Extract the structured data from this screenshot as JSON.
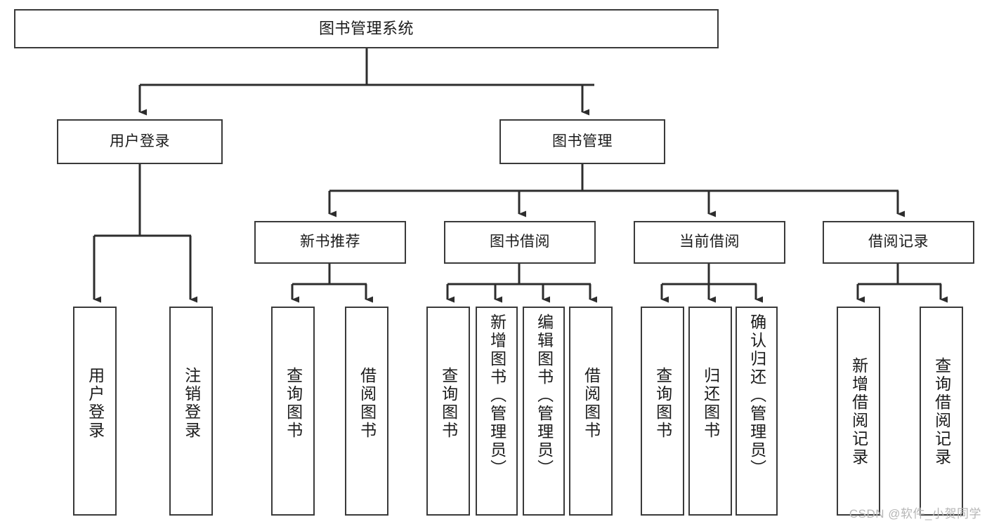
{
  "diagram": {
    "title": "图书管理系统",
    "type": "tree-hierarchy-diagram",
    "colors": {
      "box_border": "#3a3a3a",
      "box_fill": "#ffffff",
      "edge": "#2d2d2d",
      "text": "#1b1b1b",
      "watermark": "#b6b6b6",
      "canvas": "#ffffff"
    },
    "watermark": "CSDN @软件_小贺同学",
    "levels": [
      {
        "level": 1,
        "nodes": [
          {
            "id": "root",
            "label": "图书管理系统",
            "orientation": "horizontal"
          }
        ]
      },
      {
        "level": 2,
        "nodes": [
          {
            "id": "login",
            "label": "用户登录",
            "orientation": "horizontal",
            "parent": "root"
          },
          {
            "id": "bookmgmt",
            "label": "图书管理",
            "orientation": "horizontal",
            "parent": "root"
          }
        ]
      },
      {
        "level": 3,
        "nodes": [
          {
            "id": "newbook",
            "label": "新书推荐",
            "orientation": "horizontal",
            "parent": "bookmgmt"
          },
          {
            "id": "borrow",
            "label": "图书借阅",
            "orientation": "horizontal",
            "parent": "bookmgmt"
          },
          {
            "id": "current",
            "label": "当前借阅",
            "orientation": "horizontal",
            "parent": "bookmgmt"
          },
          {
            "id": "record",
            "label": "借阅记录",
            "orientation": "horizontal",
            "parent": "bookmgmt"
          }
        ]
      },
      {
        "level": 4,
        "nodes": [
          {
            "id": "leaf1",
            "label": "用户登录",
            "orientation": "vertical",
            "parent": "login"
          },
          {
            "id": "leaf2",
            "label": "注销登录",
            "orientation": "vertical",
            "parent": "login"
          },
          {
            "id": "leaf3",
            "label": "查询图书",
            "orientation": "vertical",
            "parent": "newbook"
          },
          {
            "id": "leaf4",
            "label": "借阅图书",
            "orientation": "vertical",
            "parent": "newbook"
          },
          {
            "id": "leaf5",
            "label": "查询图书",
            "orientation": "vertical",
            "parent": "borrow"
          },
          {
            "id": "leaf6",
            "label": "新增图书（管理员）",
            "orientation": "vertical",
            "parent": "borrow"
          },
          {
            "id": "leaf7",
            "label": "编辑图书（管理员）",
            "orientation": "vertical",
            "parent": "borrow"
          },
          {
            "id": "leaf8",
            "label": "借阅图书",
            "orientation": "vertical",
            "parent": "borrow"
          },
          {
            "id": "leaf9",
            "label": "查询图书",
            "orientation": "vertical",
            "parent": "current"
          },
          {
            "id": "leaf10",
            "label": "归还图书",
            "orientation": "vertical",
            "parent": "current"
          },
          {
            "id": "leaf11",
            "label": "确认归还（管理员）",
            "orientation": "vertical",
            "parent": "current"
          },
          {
            "id": "leaf12",
            "label": "新增借阅记录",
            "orientation": "vertical",
            "parent": "record"
          },
          {
            "id": "leaf13",
            "label": "查询借阅记录",
            "orientation": "vertical",
            "parent": "record"
          }
        ]
      }
    ]
  }
}
